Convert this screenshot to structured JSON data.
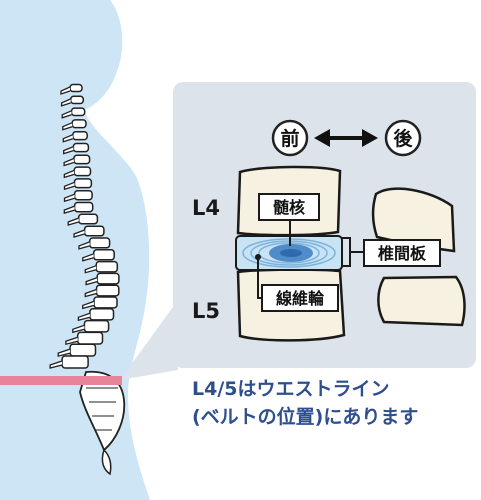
{
  "direction": {
    "front": "前",
    "back": "後"
  },
  "levels": {
    "upper": "L4",
    "lower": "L5"
  },
  "parts": {
    "nucleus": "髄核",
    "disc": "椎間板",
    "annulus": "線維輪"
  },
  "caption": {
    "line1": "L4/5はウエストライン",
    "line2": "(ベルトの位置)にあります"
  },
  "colors": {
    "body": "#cde5f5",
    "panel": "#dde3eb",
    "bone": "#f6f1e1",
    "disc": "#c7e3f4",
    "nucleus": "#4f8cc9",
    "belt": "#e8849a",
    "caption": "#2e4f8e"
  }
}
